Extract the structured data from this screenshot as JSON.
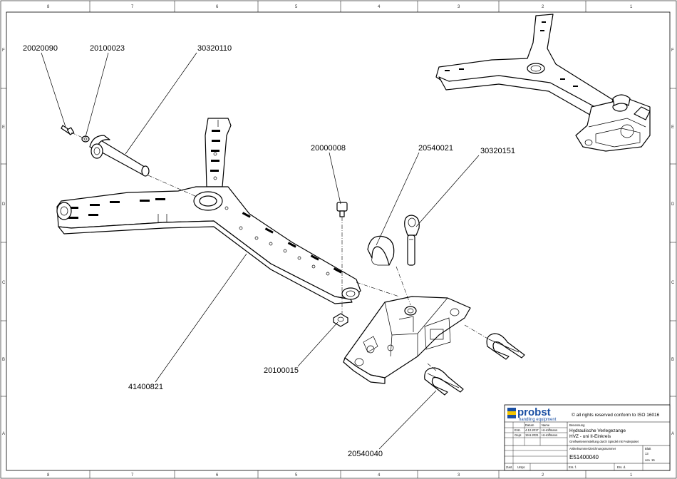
{
  "parts": {
    "p20020090": "20020090",
    "p20100023": "20100023",
    "p30320110": "30320110",
    "p20000008": "20000008",
    "p20540021": "20540021",
    "p30320151": "30320151",
    "p41400821": "41400821",
    "p20100015": "20100015",
    "p20540040": "20540040"
  },
  "frame": {
    "columns": [
      "8",
      "7",
      "6",
      "5",
      "4",
      "3",
      "2",
      "1"
    ],
    "rows": [
      "F",
      "E",
      "D",
      "C",
      "B",
      "A"
    ]
  },
  "title_block": {
    "brand": "probst",
    "brand_sub": "handling equipment",
    "copyright": "© all rights reserved conform to ISO 16016",
    "col_datum": "Datum",
    "col_name": "Name",
    "row_erst": "Erst.",
    "row_gepr": "Gepr.",
    "date_erst": "4.12.2017",
    "date_gepr": "19.6.2021",
    "name_erst": "H.Hoffmann",
    "name_gepr": "H.Hoffmann",
    "bezeichnung_label": "Benennung",
    "title1": "Hydraulische Verlegezange",
    "title2": "HVZ - uni II-Einkreis",
    "title3": "Greifweiteneinstellung durch Spindel mit Federpaket",
    "artikel_label": "Artikelnummer/Zeichnungsnummer",
    "drawing_number": "E51400040",
    "blatt_label": "Blatt",
    "blatt_value": "13",
    "von_label": "von",
    "von_value": "15",
    "zust": "Zust.",
    "aenderung": "Urspr.",
    "ers": "Ers. f.",
    "ers_d": "Ers. d."
  },
  "colors": {
    "brand_blue": "#1a4fa3",
    "brand_yellow": "#f2c400",
    "line": "#000000"
  }
}
